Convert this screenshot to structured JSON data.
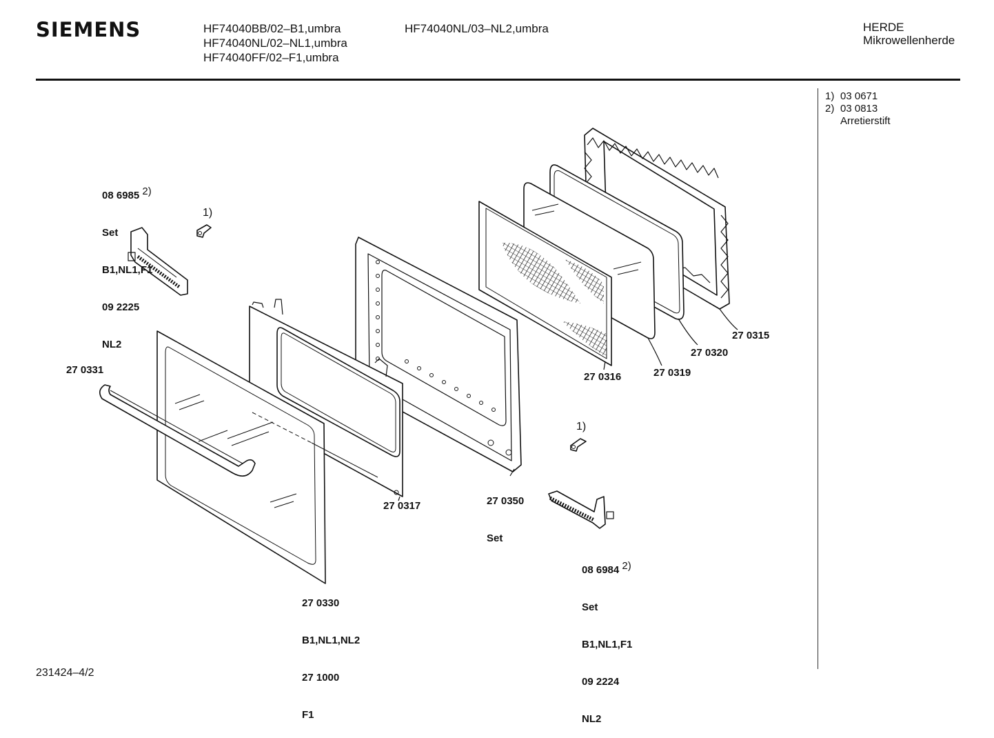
{
  "header": {
    "brand": "SIEMENS",
    "models_col1": [
      "HF74040BB/02–B1,umbra",
      "HF74040NL/02–NL1,umbra",
      "HF74040FF/02–F1,umbra"
    ],
    "models_col2": [
      "HF74040NL/03–NL2,umbra"
    ],
    "category": [
      "HERDE",
      "Mikrowellenherde"
    ]
  },
  "notes": [
    {
      "num": "1)",
      "text": "03 0671"
    },
    {
      "num": "2)",
      "text": "03 0813"
    },
    {
      "num": "",
      "text": "Arretierstift"
    }
  ],
  "labels": {
    "hinge_left": {
      "lines": [
        "08 6985",
        "Set",
        "B1,NL1,F1",
        "09 2225",
        "NL2"
      ],
      "ref": "2)"
    },
    "pin_left_ref": "1)",
    "pin_right_ref": "1)",
    "p270331": "27 0331",
    "p270315": "27 0315",
    "p270320": "27 0320",
    "p270316": "27 0316",
    "p270319": "27 0319",
    "p270350": {
      "lines": [
        "27 0350",
        "Set"
      ]
    },
    "p270317": "27 0317",
    "p270330": {
      "lines": [
        "27 0330",
        "B1,NL1,NL2",
        "27 1000",
        "F1"
      ]
    },
    "hinge_right": {
      "lines": [
        "08 6984",
        "Set",
        "B1,NL1,F1",
        "09 2224",
        "NL2"
      ],
      "ref": "2)"
    }
  },
  "footer": "231424–4/2"
}
